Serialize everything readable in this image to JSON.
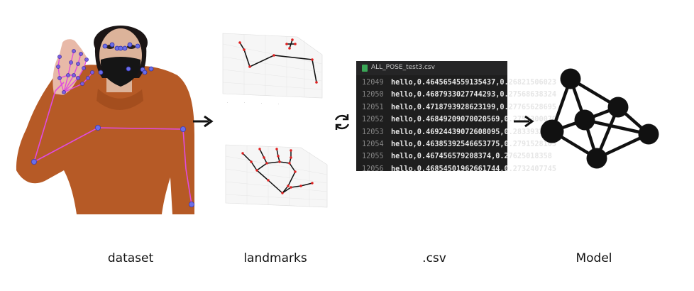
{
  "labels": {
    "dataset": "dataset",
    "landmarks": "landmarks",
    "csv": ".csv",
    "model": "Model"
  },
  "icons": {
    "arrow1": "right-arrow-icon",
    "sync": "sync-icon",
    "arrow2": "right-arrow-icon",
    "model": "neural-network-icon"
  },
  "csv_file": {
    "filename": "ALL_POSE_test3.csv",
    "rows": [
      {
        "line": "12049",
        "text": "hello,0.4645654559135437,0.26821506023"
      },
      {
        "line": "12050",
        "text": "hello,0.4687933027744293,0.27568638324"
      },
      {
        "line": "12051",
        "text": "hello,0.4718793928623199,0.27765628695"
      },
      {
        "line": "12052",
        "text": "hello,0.46849209070020569,0.2753300070"
      },
      {
        "line": "12053",
        "text": "hello,0.46924439072608095,0.2833932042"
      },
      {
        "line": "12054",
        "text": "hello,0.46385392546653775,0.2791528105"
      },
      {
        "line": "12055",
        "text": "hello,0.467456579208374,0.27625018358"
      },
      {
        "line": "12056",
        "text": "hello,0.46854501962661744,0.2732407745"
      }
    ]
  },
  "colors": {
    "skeleton": "#e04be0",
    "joint": "#6a6ee8",
    "sweater": "#b65a26",
    "csv_bg": "#1e1e1e",
    "landmark_point": "#e02020"
  }
}
